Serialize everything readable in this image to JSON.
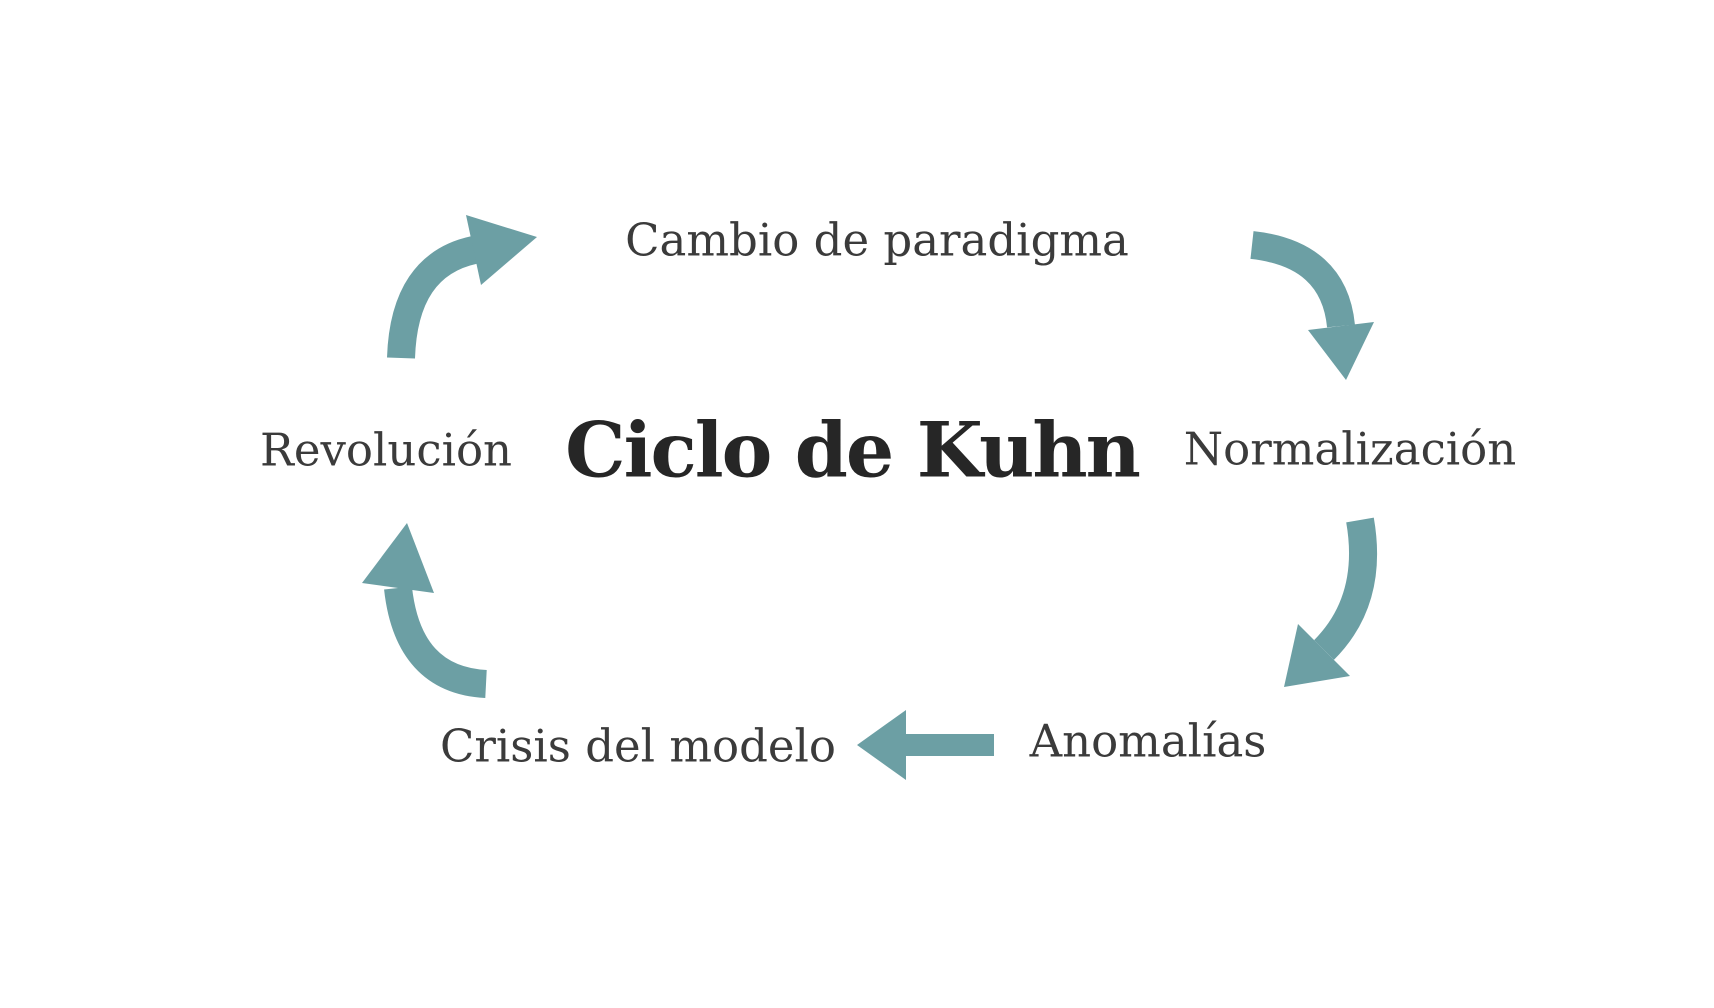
{
  "title": "Ciclo de Kuhn",
  "stages": [
    {
      "label": "Cambio de paradigma",
      "position": "top"
    },
    {
      "label": "Normalización",
      "position": "right"
    },
    {
      "label": "Anomalías",
      "position": "bottom-right"
    },
    {
      "label": "Crisis del modelo",
      "position": "bottom-left"
    },
    {
      "label": "Revolución",
      "position": "left"
    }
  ],
  "arrows": [
    {
      "name": "revolucion-to-cambio",
      "style": "curved"
    },
    {
      "name": "cambio-to-normalizacion",
      "style": "curved"
    },
    {
      "name": "normalizacion-to-anomalias",
      "style": "curved"
    },
    {
      "name": "anomalias-to-crisis",
      "style": "straight"
    },
    {
      "name": "crisis-to-revolucion",
      "style": "curved"
    }
  ],
  "colors": {
    "accent": "#6C9FA4",
    "title_text": "#262626",
    "label_text": "#3B3B3B",
    "background": "#FFFFFF"
  }
}
